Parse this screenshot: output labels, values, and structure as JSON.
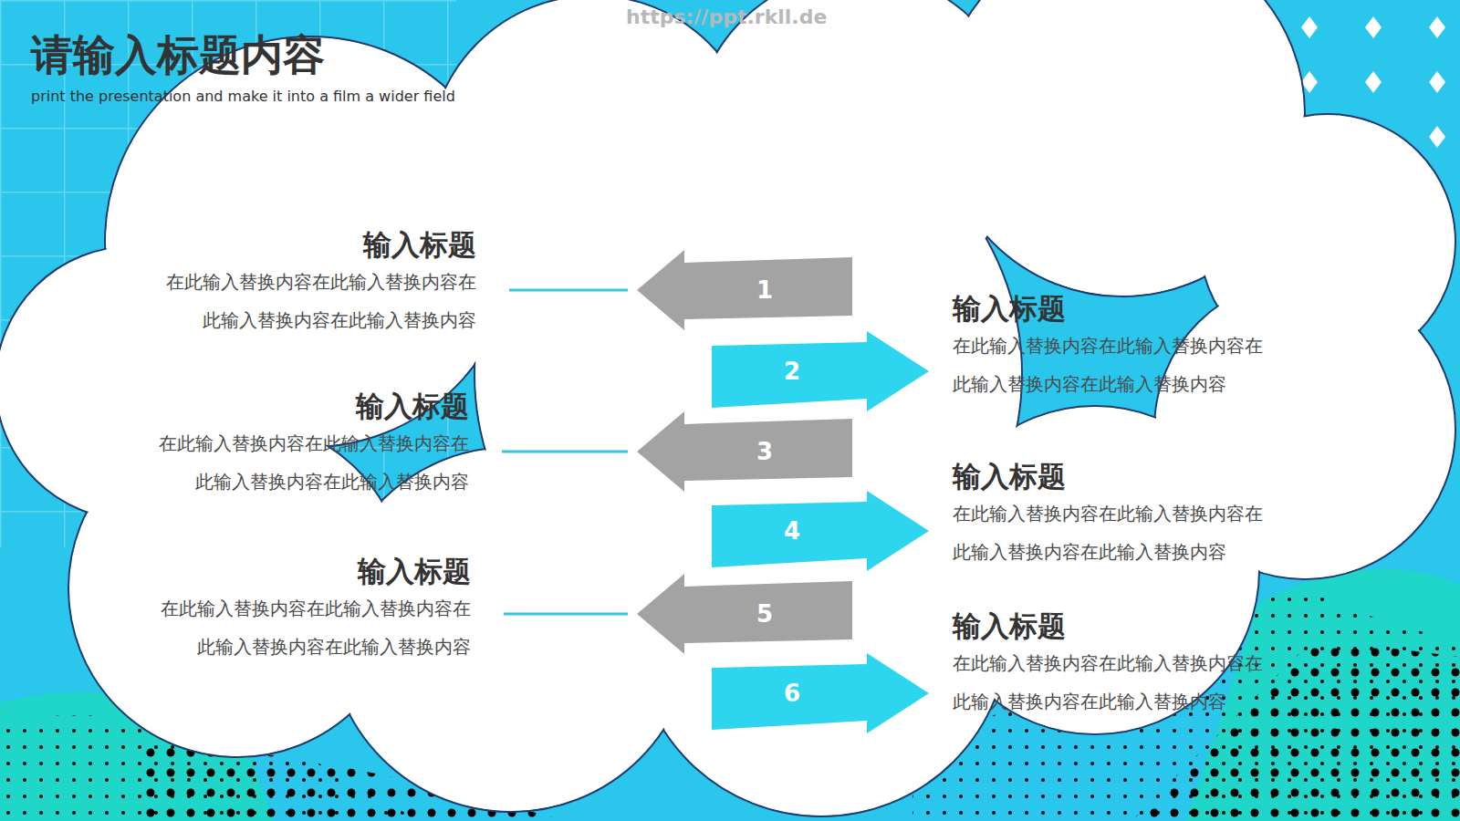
{
  "diagram": {
    "title": "请输入标题内容",
    "nodes": [
      {
        "text": [
          "输入标题",
          "在此输入替换内容在此输入替换内容在 此输入替换内容在此输入替换内容"
        ]
      },
      {
        "text": [
          "1"
        ]
      },
      {
        "text": [
          "输入标题",
          "在此输入替换内容在此输入替换内容在 此输入替换内容在此输入替换内容"
        ]
      },
      {
        "text": [
          "2"
        ]
      },
      {
        "text": [
          "输入标题",
          "在此输入替换内容在此输入替换内容在 此输入替换内容在此输入替换内容"
        ]
      },
      {
        "text": [
          "3"
        ]
      },
      {
        "text": [
          "输入标题",
          "在此输入替换内容在此输入替换内容在 此输入替换内容在此输入替换内容"
        ]
      },
      {
        "text": [
          "4"
        ]
      },
      {
        "text": [
          "输入标题",
          "在此输入替换内容在此输入替换内容在 此输入替换内容在此输入替换内容"
        ]
      },
      {
        "text": [
          "5"
        ]
      },
      {
        "text": [
          "输入标题",
          "在此输入替换内容在此输入替换内容在 此输入替换内容在此输入替换内容"
        ]
      },
      {
        "text": [
          "6"
        ]
      }
    ],
    "edges": [
      {
        "from": 0,
        "to": 1,
        "arrow": "none"
      },
      {
        "from": 4,
        "to": 5,
        "arrow": "none"
      },
      {
        "from": 8,
        "to": 9,
        "arrow": "none"
      }
    ],
    "labels": [
      "print the presentation and make it into a film a wider field",
      "https://ppt.rkll.de"
    ]
  }
}
